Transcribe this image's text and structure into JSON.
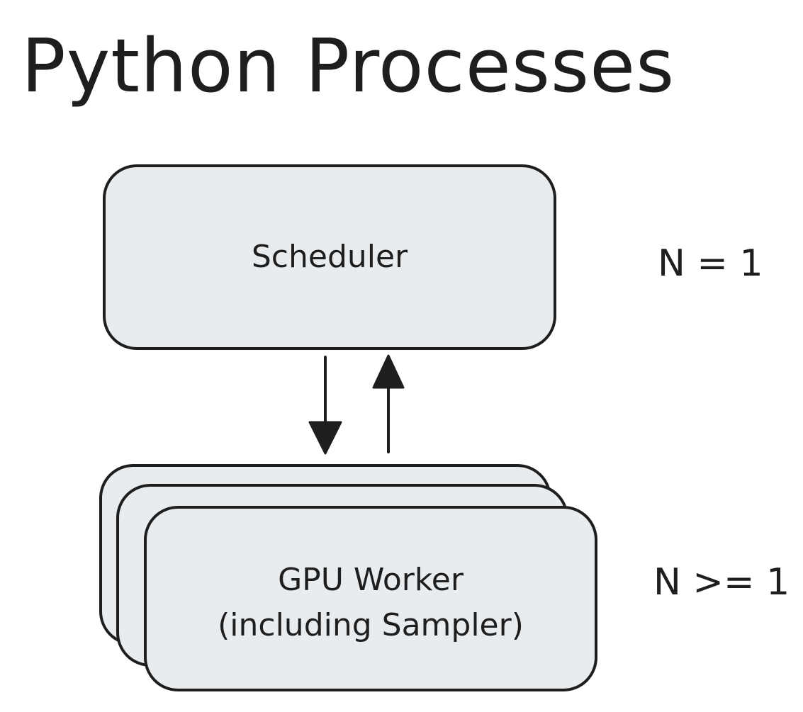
{
  "title": "Python Processes",
  "scheduler": {
    "label": "Scheduler",
    "count": "N = 1"
  },
  "gpu_worker": {
    "label_line1": "GPU Worker",
    "label_line2": "(including Sampler)",
    "count": "N >= 1"
  },
  "colors": {
    "box_fill": "#e9ecef",
    "stroke": "#1e1e1e",
    "background": "#ffffff"
  }
}
